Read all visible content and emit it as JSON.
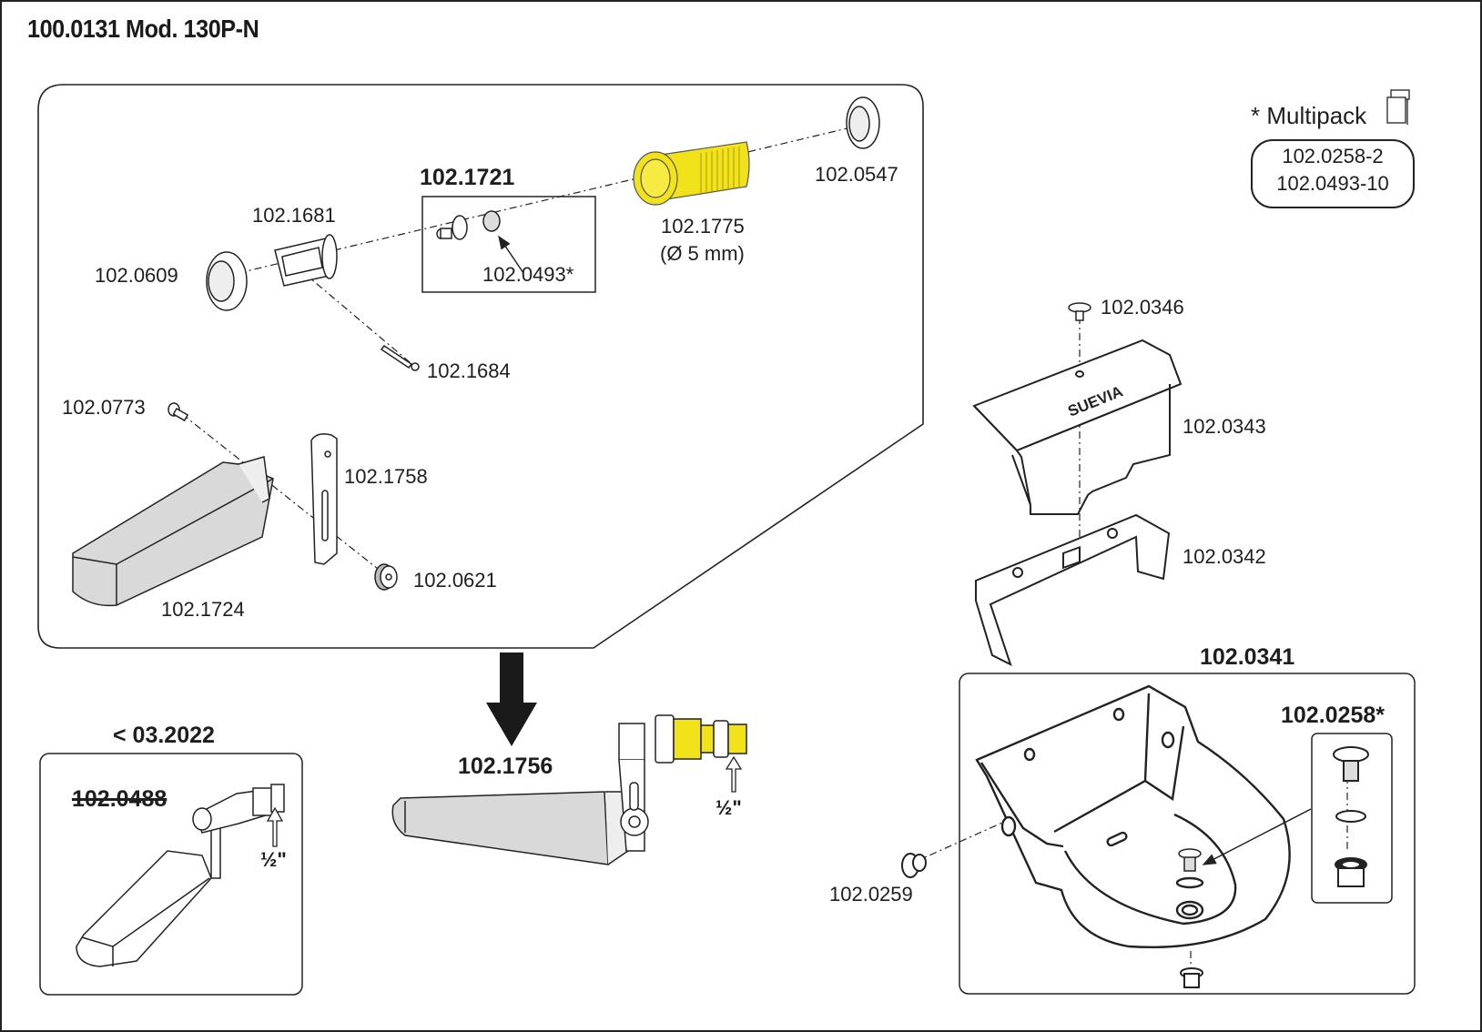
{
  "title": "100.0131 Mod. 130P-N",
  "colors": {
    "line": "#222222",
    "brass_yellow": "#F2E21A",
    "float_gray": "#D9D9D9"
  },
  "multipack": {
    "heading": "* Multipack",
    "items": [
      "102.0258-2",
      "102.0493-10"
    ]
  },
  "valve_assembly": {
    "group_label": "102.1721",
    "parts": {
      "nut_left": "102.0609",
      "valve_body": "102.1681",
      "pin": "102.1684",
      "seal": "102.0493*",
      "nozzle": "102.1775",
      "nozzle_note": "(Ø 5 mm)",
      "nut_right": "102.0547",
      "screw": "102.0773",
      "lever": "102.1758",
      "float": "102.1724",
      "lever_nut": "102.0621"
    }
  },
  "replacement": {
    "label": "102.1756",
    "thread_size": "½\""
  },
  "legacy": {
    "date_label": "< 03.2022",
    "part_label": "102.0488",
    "thread_size": "½\""
  },
  "cover_assembly": {
    "screw": "102.0346",
    "cover": "102.0343",
    "brand_text": "SUEVIA",
    "bracket": "102.0342"
  },
  "bowl": {
    "label": "102.0341",
    "plug": "102.0259",
    "drain_kit_label": "102.0258*"
  }
}
